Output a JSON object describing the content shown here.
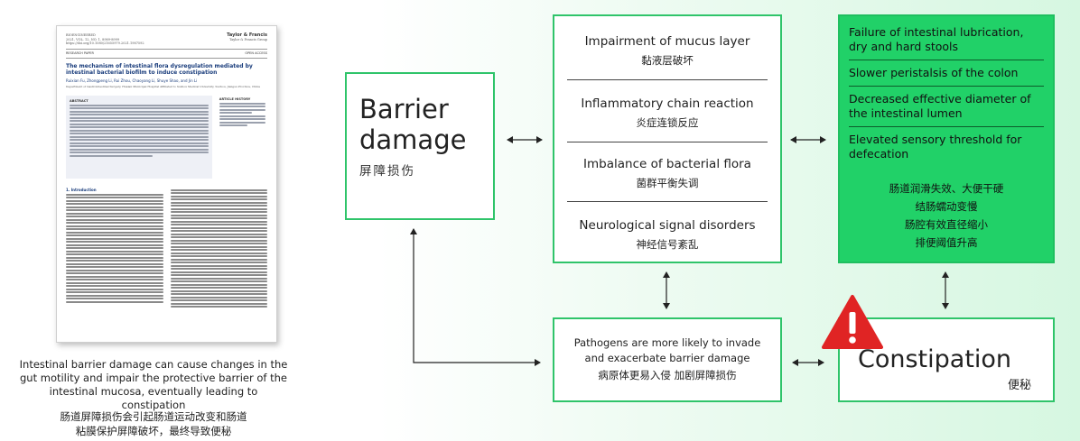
{
  "paper": {
    "journal_lines": [
      "BIOENGINEERED",
      "2021, VOL. 12, NO. 1, 8989-8999",
      "https://doi.org/10.1080/21655979.2021.1987592"
    ],
    "publisher": "Taylor & Francis",
    "publisher_sub": "Taylor & Francis Group",
    "type": "RESEARCH PAPER",
    "access": "OPEN ACCESS",
    "title": "The mechanism of intestinal flora dysregulation mediated by intestinal bacterial biofilm to induce constipation",
    "authors": "Ruixian Fu, Zhongpeng Li, Rui Zhou, Chaoyang Li, Shuye Shao, and Jin Li",
    "affiliation": "Department of Gastrointestinal Surgery, Huaian Municipal Hospital Affiliated to Suzhou Medical University, Suzhou, Jiangsu Province, China",
    "abstract_label": "ABSTRACT",
    "info_label": "ARTICLE HISTORY",
    "section_label": "1. Introduction"
  },
  "caption": {
    "en": "Intestinal barrier damage can cause changes in the gut motility and impair the protective barrier of the intestinal mucosa, eventually leading to constipation",
    "zh_line1": "肠道屏障损伤会引起肠道运动改变和肠道",
    "zh_line2": "粘膜保护屏障破坏，最终导致便秘"
  },
  "barrier": {
    "en_line1": "Barrier",
    "en_line2": "damage",
    "zh": "屏障损伤"
  },
  "causes": [
    {
      "en": "Impairment of mucus layer",
      "zh": "黏液层破坏"
    },
    {
      "en": "Inflammatory chain reaction",
      "zh": "炎症连锁反应"
    },
    {
      "en": "Imbalance of bacterial flora",
      "zh": "菌群平衡失调"
    },
    {
      "en": "Neurological signal disorders",
      "zh": "神经信号紊乱"
    }
  ],
  "effects": {
    "items": [
      "Failure of intestinal lubrication, dry and hard stools",
      "Slower peristalsis of the colon",
      "Decreased effective diameter of the intestinal lumen",
      "Elevated sensory threshold for defecation"
    ],
    "zh": [
      "肠道润滑失效、大便干硬",
      "结肠蠕动变慢",
      "肠腔有效直径缩小",
      "排便阈值升高"
    ]
  },
  "pathogens": {
    "en_line1": "Pathogens are more likely to invade",
    "en_line2": "and exacerbate barrier damage",
    "zh": "病原体更易入侵 加剧屏障损伤"
  },
  "constipation": {
    "en": "Constipation",
    "zh": "便秘"
  },
  "colors": {
    "green": "#2fc46a",
    "effects_fill": "#21d168",
    "warning_red": "#e02424"
  }
}
